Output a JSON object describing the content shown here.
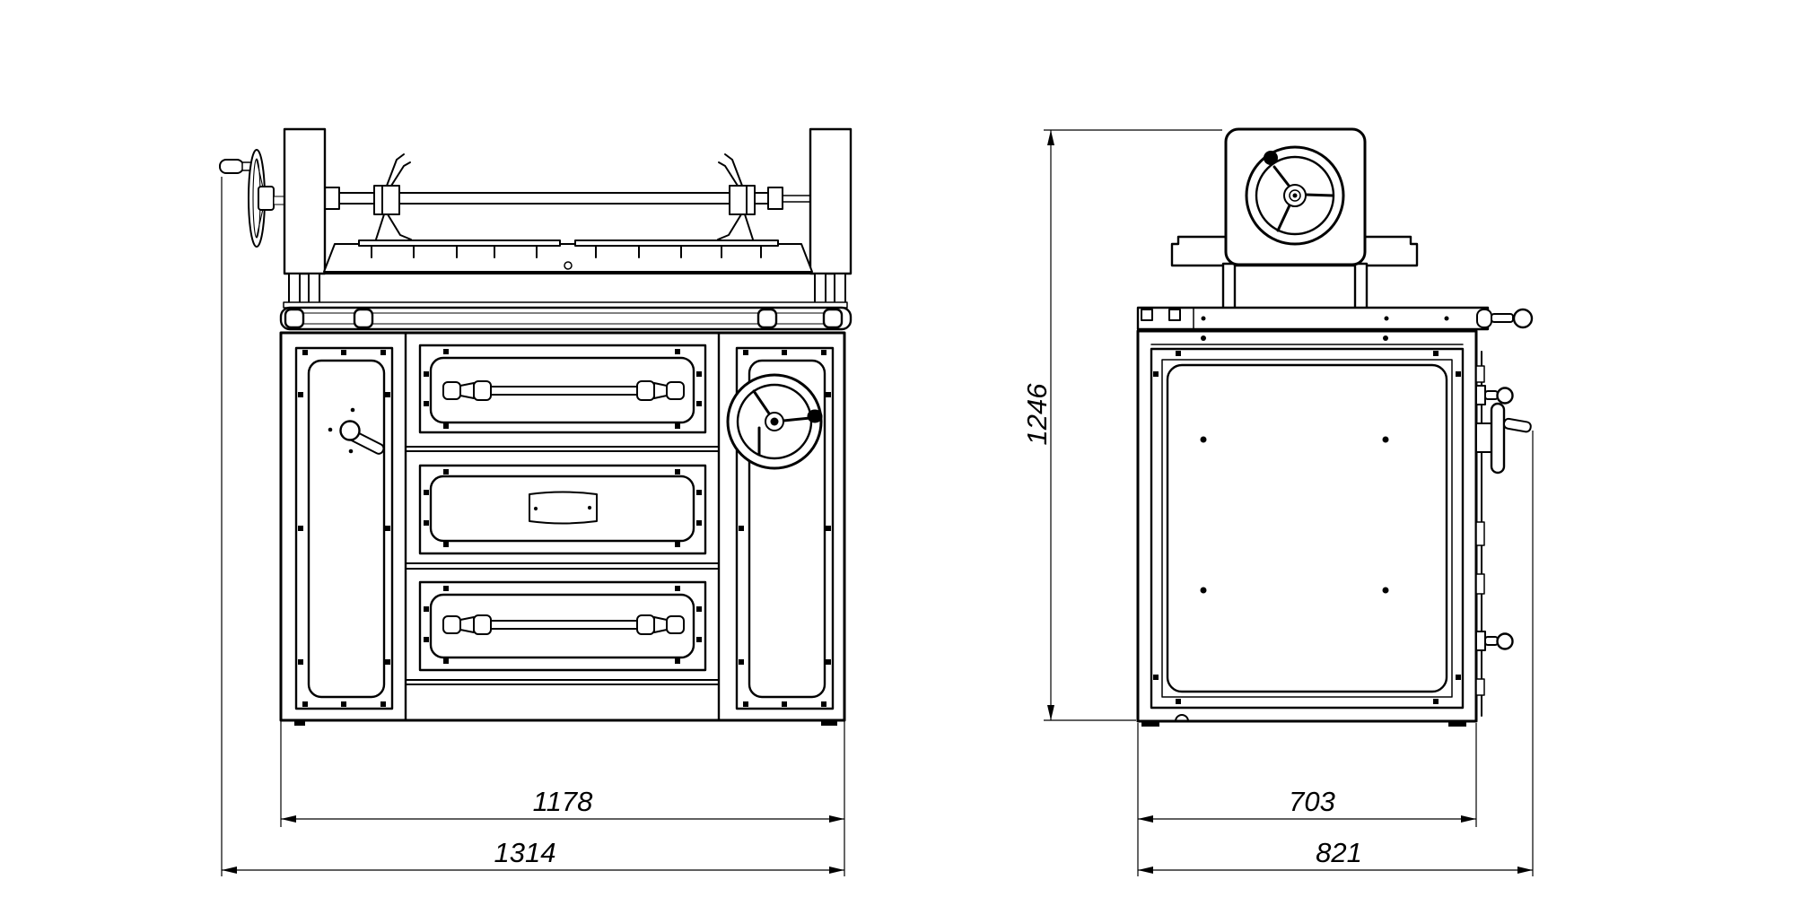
{
  "style": {
    "background": "#ffffff",
    "line_color": "#000000",
    "text_color": "#000000"
  },
  "views": {
    "front": {
      "dimensions": {
        "body_width": "1178",
        "overall_width": "1314"
      }
    },
    "side": {
      "dimensions": {
        "overall_height": "1246",
        "body_depth": "703",
        "overall_depth": "821"
      }
    }
  }
}
